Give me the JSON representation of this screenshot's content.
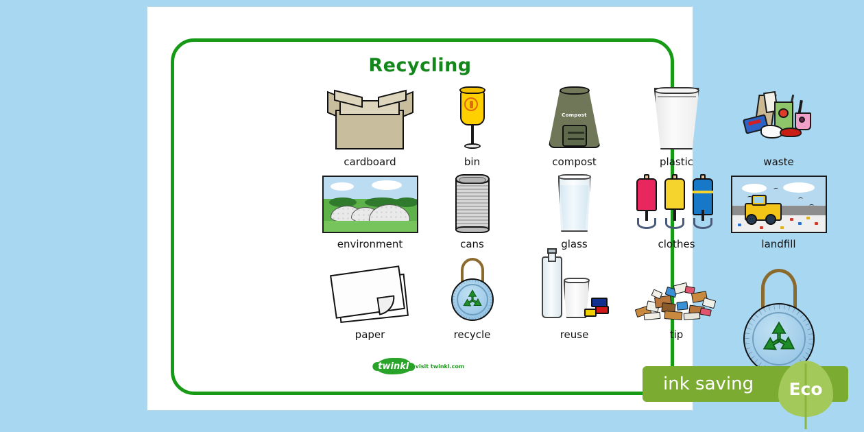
{
  "page": {
    "title": "Recycling",
    "background_color": "#a8d7f2",
    "sheet_color": "#ffffff",
    "border_color": "#179b17",
    "title_color": "#13871b"
  },
  "rows": [
    {
      "items": [
        {
          "label": "cardboard",
          "icon": "cardboard-box-icon"
        },
        {
          "label": "bin",
          "icon": "yellow-litter-bin-icon"
        },
        {
          "label": "compost",
          "icon": "compost-bin-icon",
          "badge_text": "Compost"
        },
        {
          "label": "plastic",
          "icon": "plastic-cup-icon"
        },
        {
          "label": "waste",
          "icon": "waste-pile-icon"
        }
      ]
    },
    {
      "items": [
        {
          "label": "environment",
          "icon": "environment-biome-photo-icon"
        },
        {
          "label": "cans",
          "icon": "tin-can-icon"
        },
        {
          "label": "glass",
          "icon": "drinking-glass-icon"
        },
        {
          "label": "clothes",
          "icon": "dress-mannequins-icon"
        },
        {
          "label": "landfill",
          "icon": "landfill-bulldozer-photo-icon"
        }
      ]
    },
    {
      "items": [
        {
          "label": "paper",
          "icon": "paper-sheets-icon"
        },
        {
          "label": "recycle",
          "icon": "recycle-bag-icon"
        },
        {
          "label": "reuse",
          "icon": "reuse-bottle-cup-blocks-icon"
        },
        {
          "label": "tip",
          "icon": "rubbish-tip-heap-icon"
        },
        {
          "label": "",
          "icon": "recycle-bag-large-icon"
        }
      ]
    }
  ],
  "footer": {
    "logo_text": "twinkl",
    "visit_text": "visit twinkl.com",
    "logo_color": "#2aa32a"
  },
  "eco_badge": {
    "ink_saving_text": "ink saving",
    "eco_text": "Eco",
    "bar_color": "#7cab32",
    "leaf_color": "#a3c95a"
  }
}
